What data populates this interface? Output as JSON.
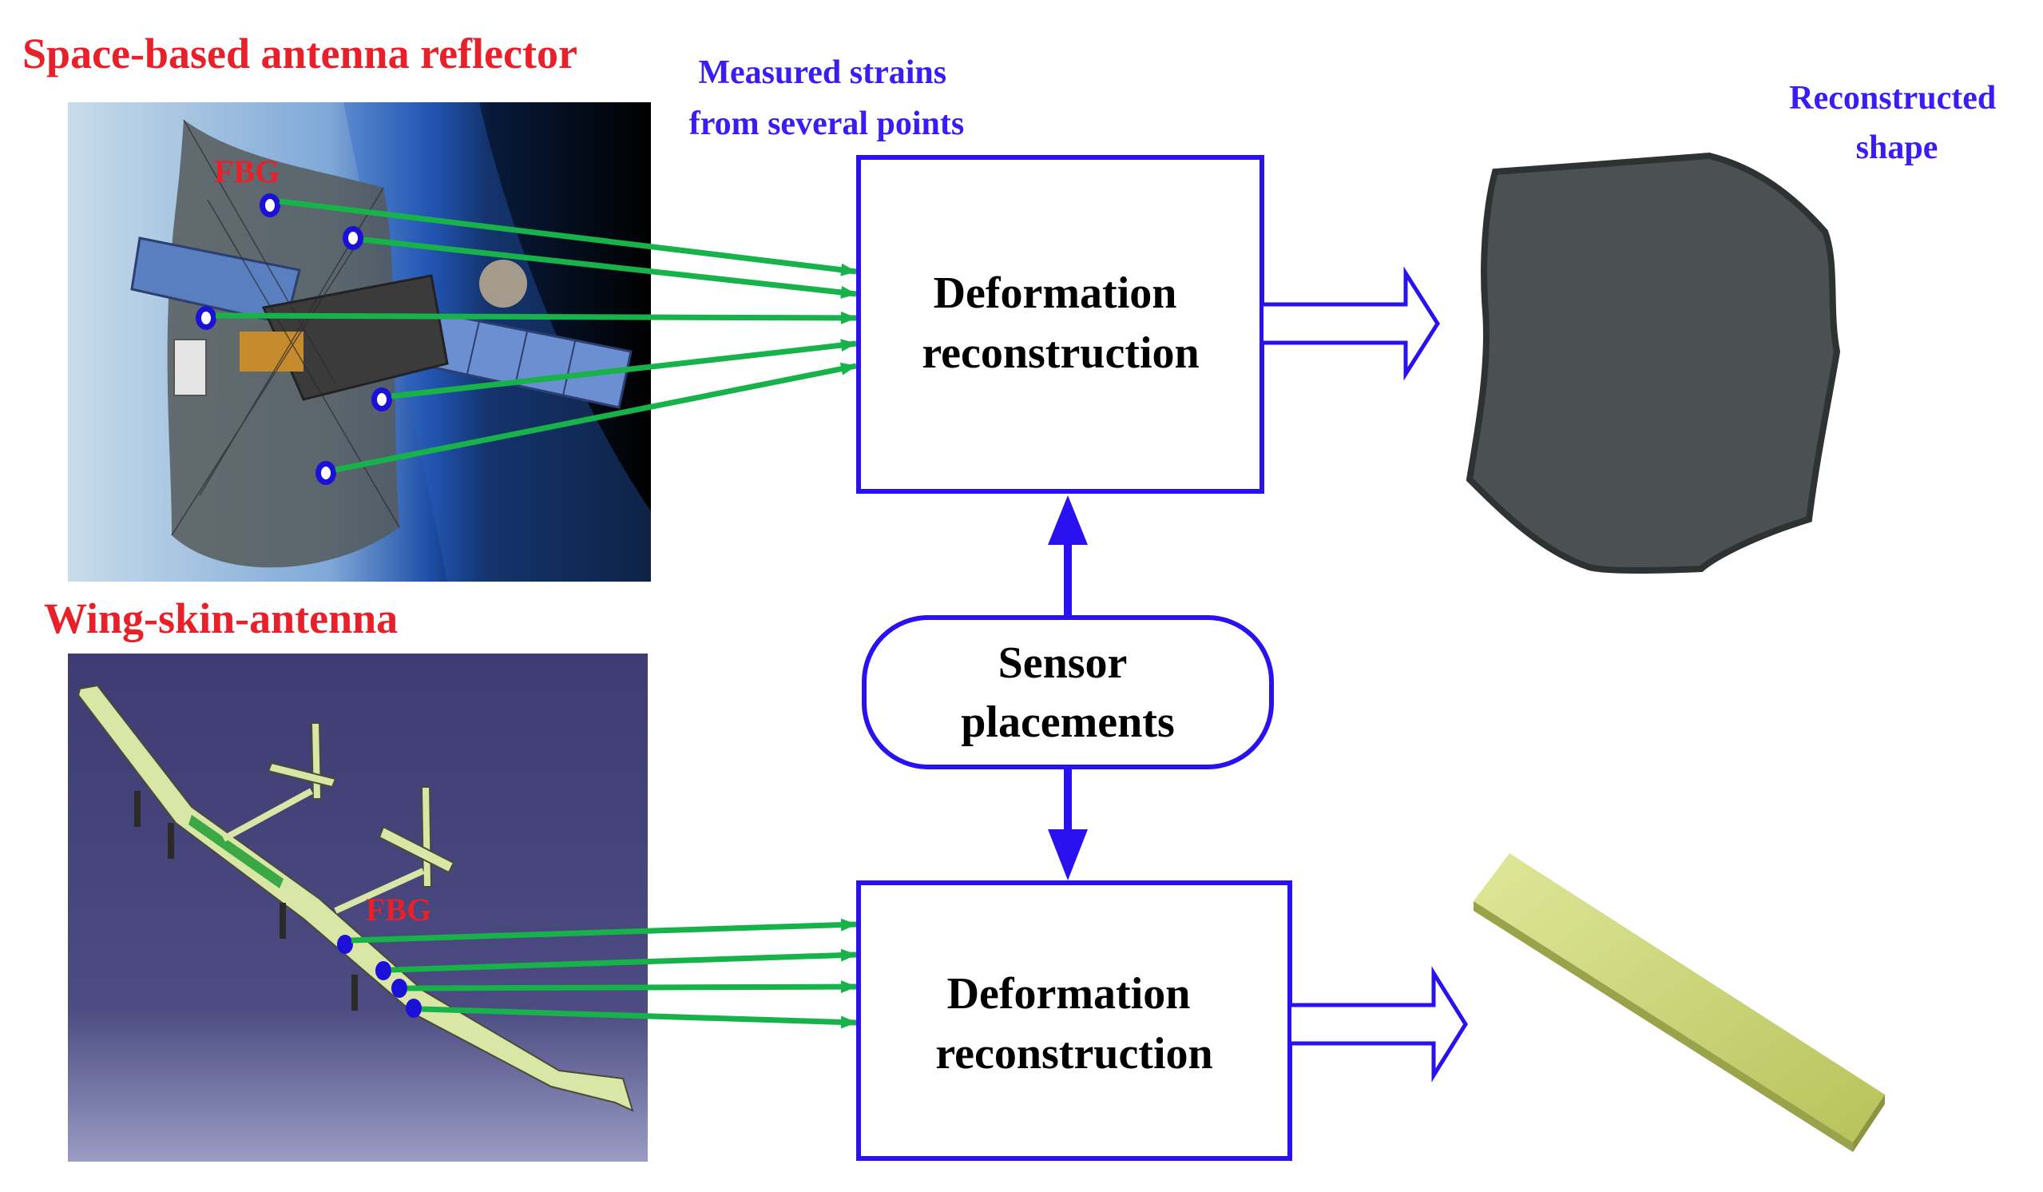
{
  "titles": {
    "space_reflector": "Space-based antenna reflector",
    "wing_skin": "Wing-skin-antenna"
  },
  "labels": {
    "measured_strains_line1": "Measured strains",
    "measured_strains_line2": "from several points",
    "reconstructed_shape_line1": "Reconstructed",
    "reconstructed_shape_line2": "shape",
    "fbg_top": "FBG",
    "fbg_bottom": "FBG"
  },
  "boxes": {
    "deformation_top_line1": "Deformation",
    "deformation_top_line2": "reconstruction",
    "deformation_bottom_line1": "Deformation",
    "deformation_bottom_line2": "reconstruction",
    "sensor_line1": "Sensor",
    "sensor_line2": "placements"
  },
  "colors": {
    "title_red": "#e8202a",
    "label_blue": "#3a1cf5",
    "box_blue": "#2a12f0",
    "arrow_green": "#18b24a",
    "shape_gray": "#4a5150",
    "beam_yellow": "#c8d27a"
  }
}
